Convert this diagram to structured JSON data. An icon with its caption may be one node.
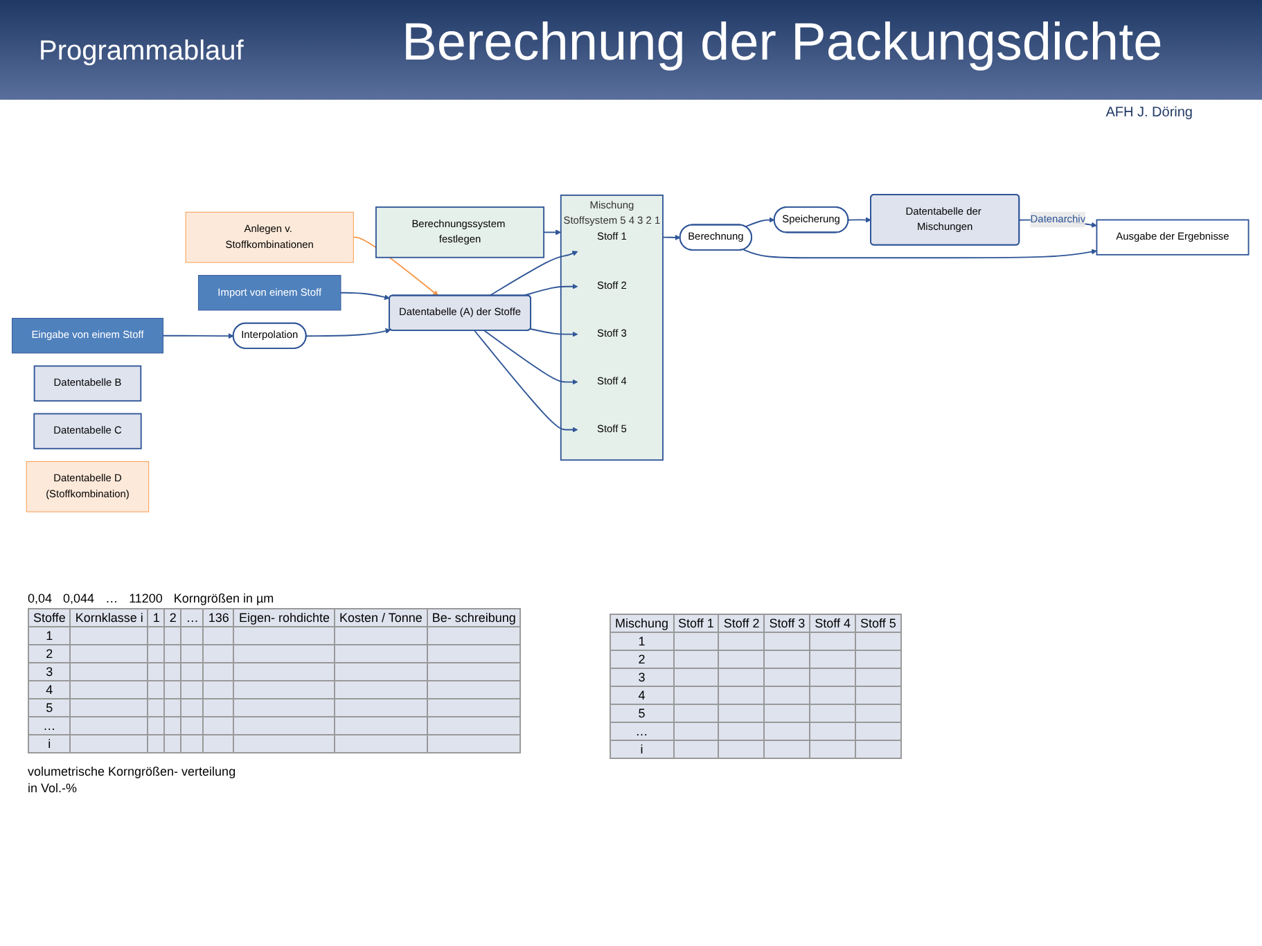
{
  "diagram": {
    "title": "Berechnung der Packungsdichte",
    "nodes": [
      {
        "text": [
          "Eingabe von einem Stoff"
        ]
      },
      {
        "text": [
          "Import von einem Stoff"
        ]
      },
      {
        "text": [
          "Anlegen v. Stoffkombinationen"
        ]
      },
      {
        "text": [
          "Interpolation"
        ]
      },
      {
        "text": [
          "Datentabelle (A) der Stoffe"
        ]
      },
      {
        "text": [
          "Datentabelle B"
        ]
      },
      {
        "text": [
          "Datentabelle C"
        ]
      },
      {
        "text": [
          "Datentabelle D",
          "(Stoffkombination)"
        ]
      },
      {
        "text": [
          "Berechnungssystem festlegen"
        ]
      },
      {
        "text": [
          "Mischung",
          "Stoffsystem 5 4 3 2 1"
        ]
      },
      {
        "text": [
          "Stoff 1"
        ],
        "in": 9
      },
      {
        "text": [
          "Stoff 2"
        ],
        "in": 9
      },
      {
        "text": [
          "Stoff 3"
        ],
        "in": 9
      },
      {
        "text": [
          "Stoff 4"
        ],
        "in": 9
      },
      {
        "text": [
          "Stoff 5"
        ],
        "in": 9
      },
      {
        "text": [
          "Berechnung"
        ]
      },
      {
        "text": [
          "Speicherung"
        ]
      },
      {
        "text": [
          "Datentabelle der Mischungen"
        ]
      },
      {
        "text": [
          "Ausgabe der Ergebnisse"
        ]
      }
    ],
    "edges": [
      {
        "from": 0,
        "to": 3,
        "arrow": "to"
      },
      {
        "from": 3,
        "to": 4,
        "arrow": "to"
      },
      {
        "from": 1,
        "to": 4,
        "arrow": "to"
      },
      {
        "from": 2,
        "to": 4,
        "arrow": "to",
        "color": "#f79646"
      },
      {
        "from": 4,
        "to": 10,
        "arrow": "to"
      },
      {
        "from": 4,
        "to": 11,
        "arrow": "to"
      },
      {
        "from": 4,
        "to": 12,
        "arrow": "to"
      },
      {
        "from": 4,
        "to": 13,
        "arrow": "to"
      },
      {
        "from": 4,
        "to": 14,
        "arrow": "to"
      },
      {
        "from": 8,
        "to": 9,
        "arrow": "to"
      },
      {
        "from": 9,
        "to": 15,
        "arrow": "to"
      },
      {
        "from": 15,
        "to": 16,
        "arrow": "to"
      },
      {
        "from": 16,
        "to": 17,
        "arrow": "to"
      },
      {
        "from": 15,
        "to": 18,
        "arrow": "to"
      },
      {
        "from": 17,
        "to": 18,
        "arrow": "to",
        "label": "Datenarchiv"
      }
    ],
    "labels": [
      "Programmablauf",
      "AFH J. Döring",
      "0,04",
      "0,044",
      "…",
      "11200",
      "Korngrößen in µm",
      "Stoffe",
      "Kornklasse i",
      "1",
      "2",
      "…",
      "136",
      "Eigen- rohdichte",
      "Kosten / Tonne",
      "Be- schreibung",
      "1",
      "2",
      "3",
      "4",
      "5",
      "…",
      "i",
      "volumetrische Korngrößen- verteilung",
      "in Vol.-%",
      "Mischung",
      "Stoff 1",
      "Stoff 2",
      "Stoff 3",
      "Stoff 4",
      "Stoff 5",
      "1",
      "2",
      "3",
      "4",
      "5",
      "…",
      "i"
    ]
  }
}
